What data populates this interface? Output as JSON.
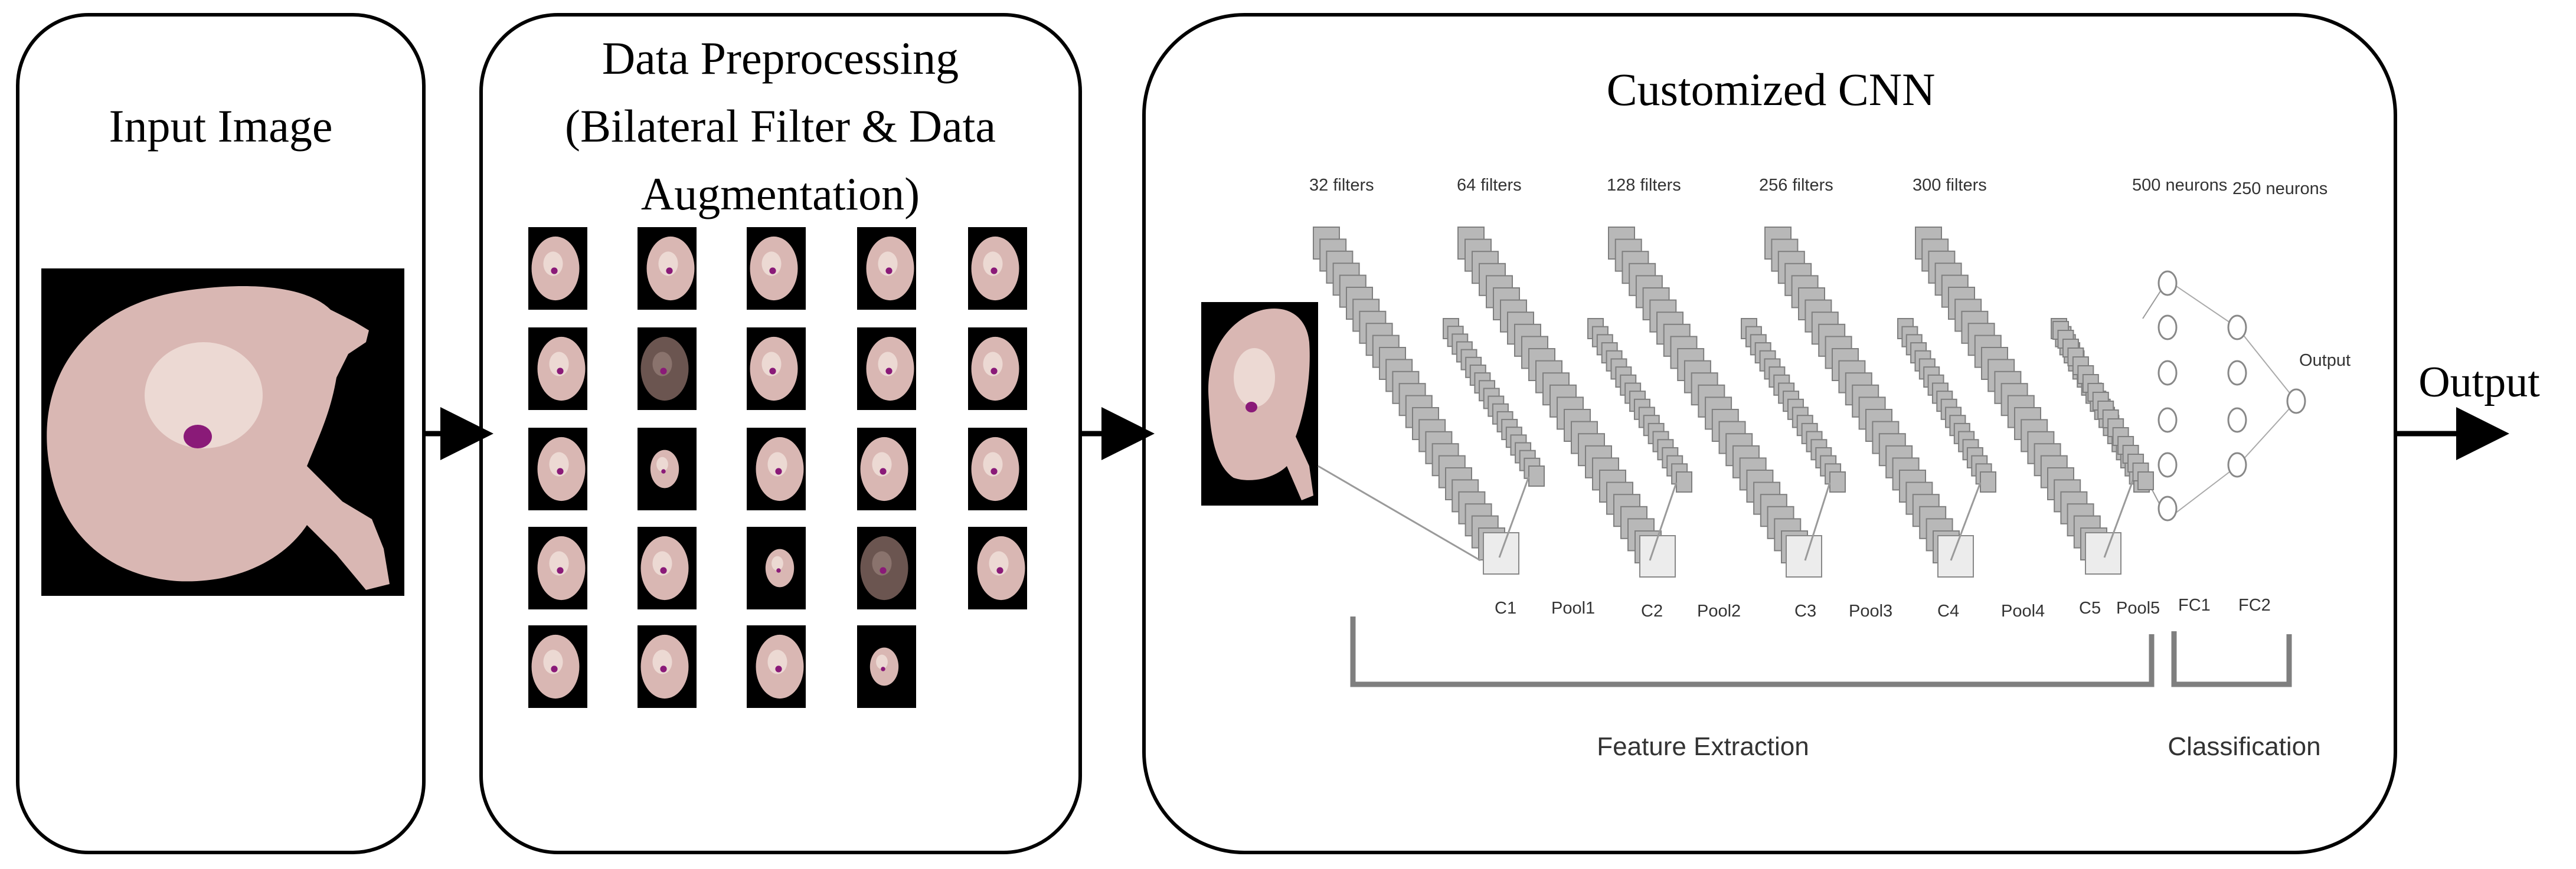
{
  "panels": {
    "input": {
      "title": "Input Image"
    },
    "preprocessing": {
      "title_line1": "Data Preprocessing",
      "title_line2": "(Bilateral Filter & Data",
      "title_line3": "Augmentation)",
      "grid_rows": [
        5,
        5,
        5,
        5,
        4
      ]
    },
    "cnn": {
      "title": "Customized CNN",
      "conv_blocks": [
        {
          "filters_label": "32 filters",
          "conv_label": "C1",
          "pool_label": "Pool1"
        },
        {
          "filters_label": "64 filters",
          "conv_label": "C2",
          "pool_label": "Pool2"
        },
        {
          "filters_label": "128 filters",
          "conv_label": "C3",
          "pool_label": "Pool3"
        },
        {
          "filters_label": "256 filters",
          "conv_label": "C4",
          "pool_label": "Pool4"
        },
        {
          "filters_label": "300 filters",
          "conv_label": "C5",
          "pool_label": "Pool5"
        }
      ],
      "dense_layers": [
        {
          "neurons_label": "500 neurons",
          "fc_label": "FC1"
        },
        {
          "neurons_label": "250 neurons",
          "fc_label": "FC2"
        }
      ],
      "output_node_label": "Output",
      "feature_extraction_label": "Feature Extraction",
      "classification_label": "Classification"
    },
    "output": {
      "label": "Output"
    }
  },
  "colors": {
    "panel_border": "#000000",
    "arrow": "#000000",
    "filter_fill": "#b8b8b8",
    "filter_stroke": "#7f7f7f",
    "bracket": "#7f7f7f",
    "cell_background": "#000000",
    "cell_fill": "#d9b7b3",
    "cell_center": "#ecd9d3",
    "parasite": "#8a1a78"
  }
}
